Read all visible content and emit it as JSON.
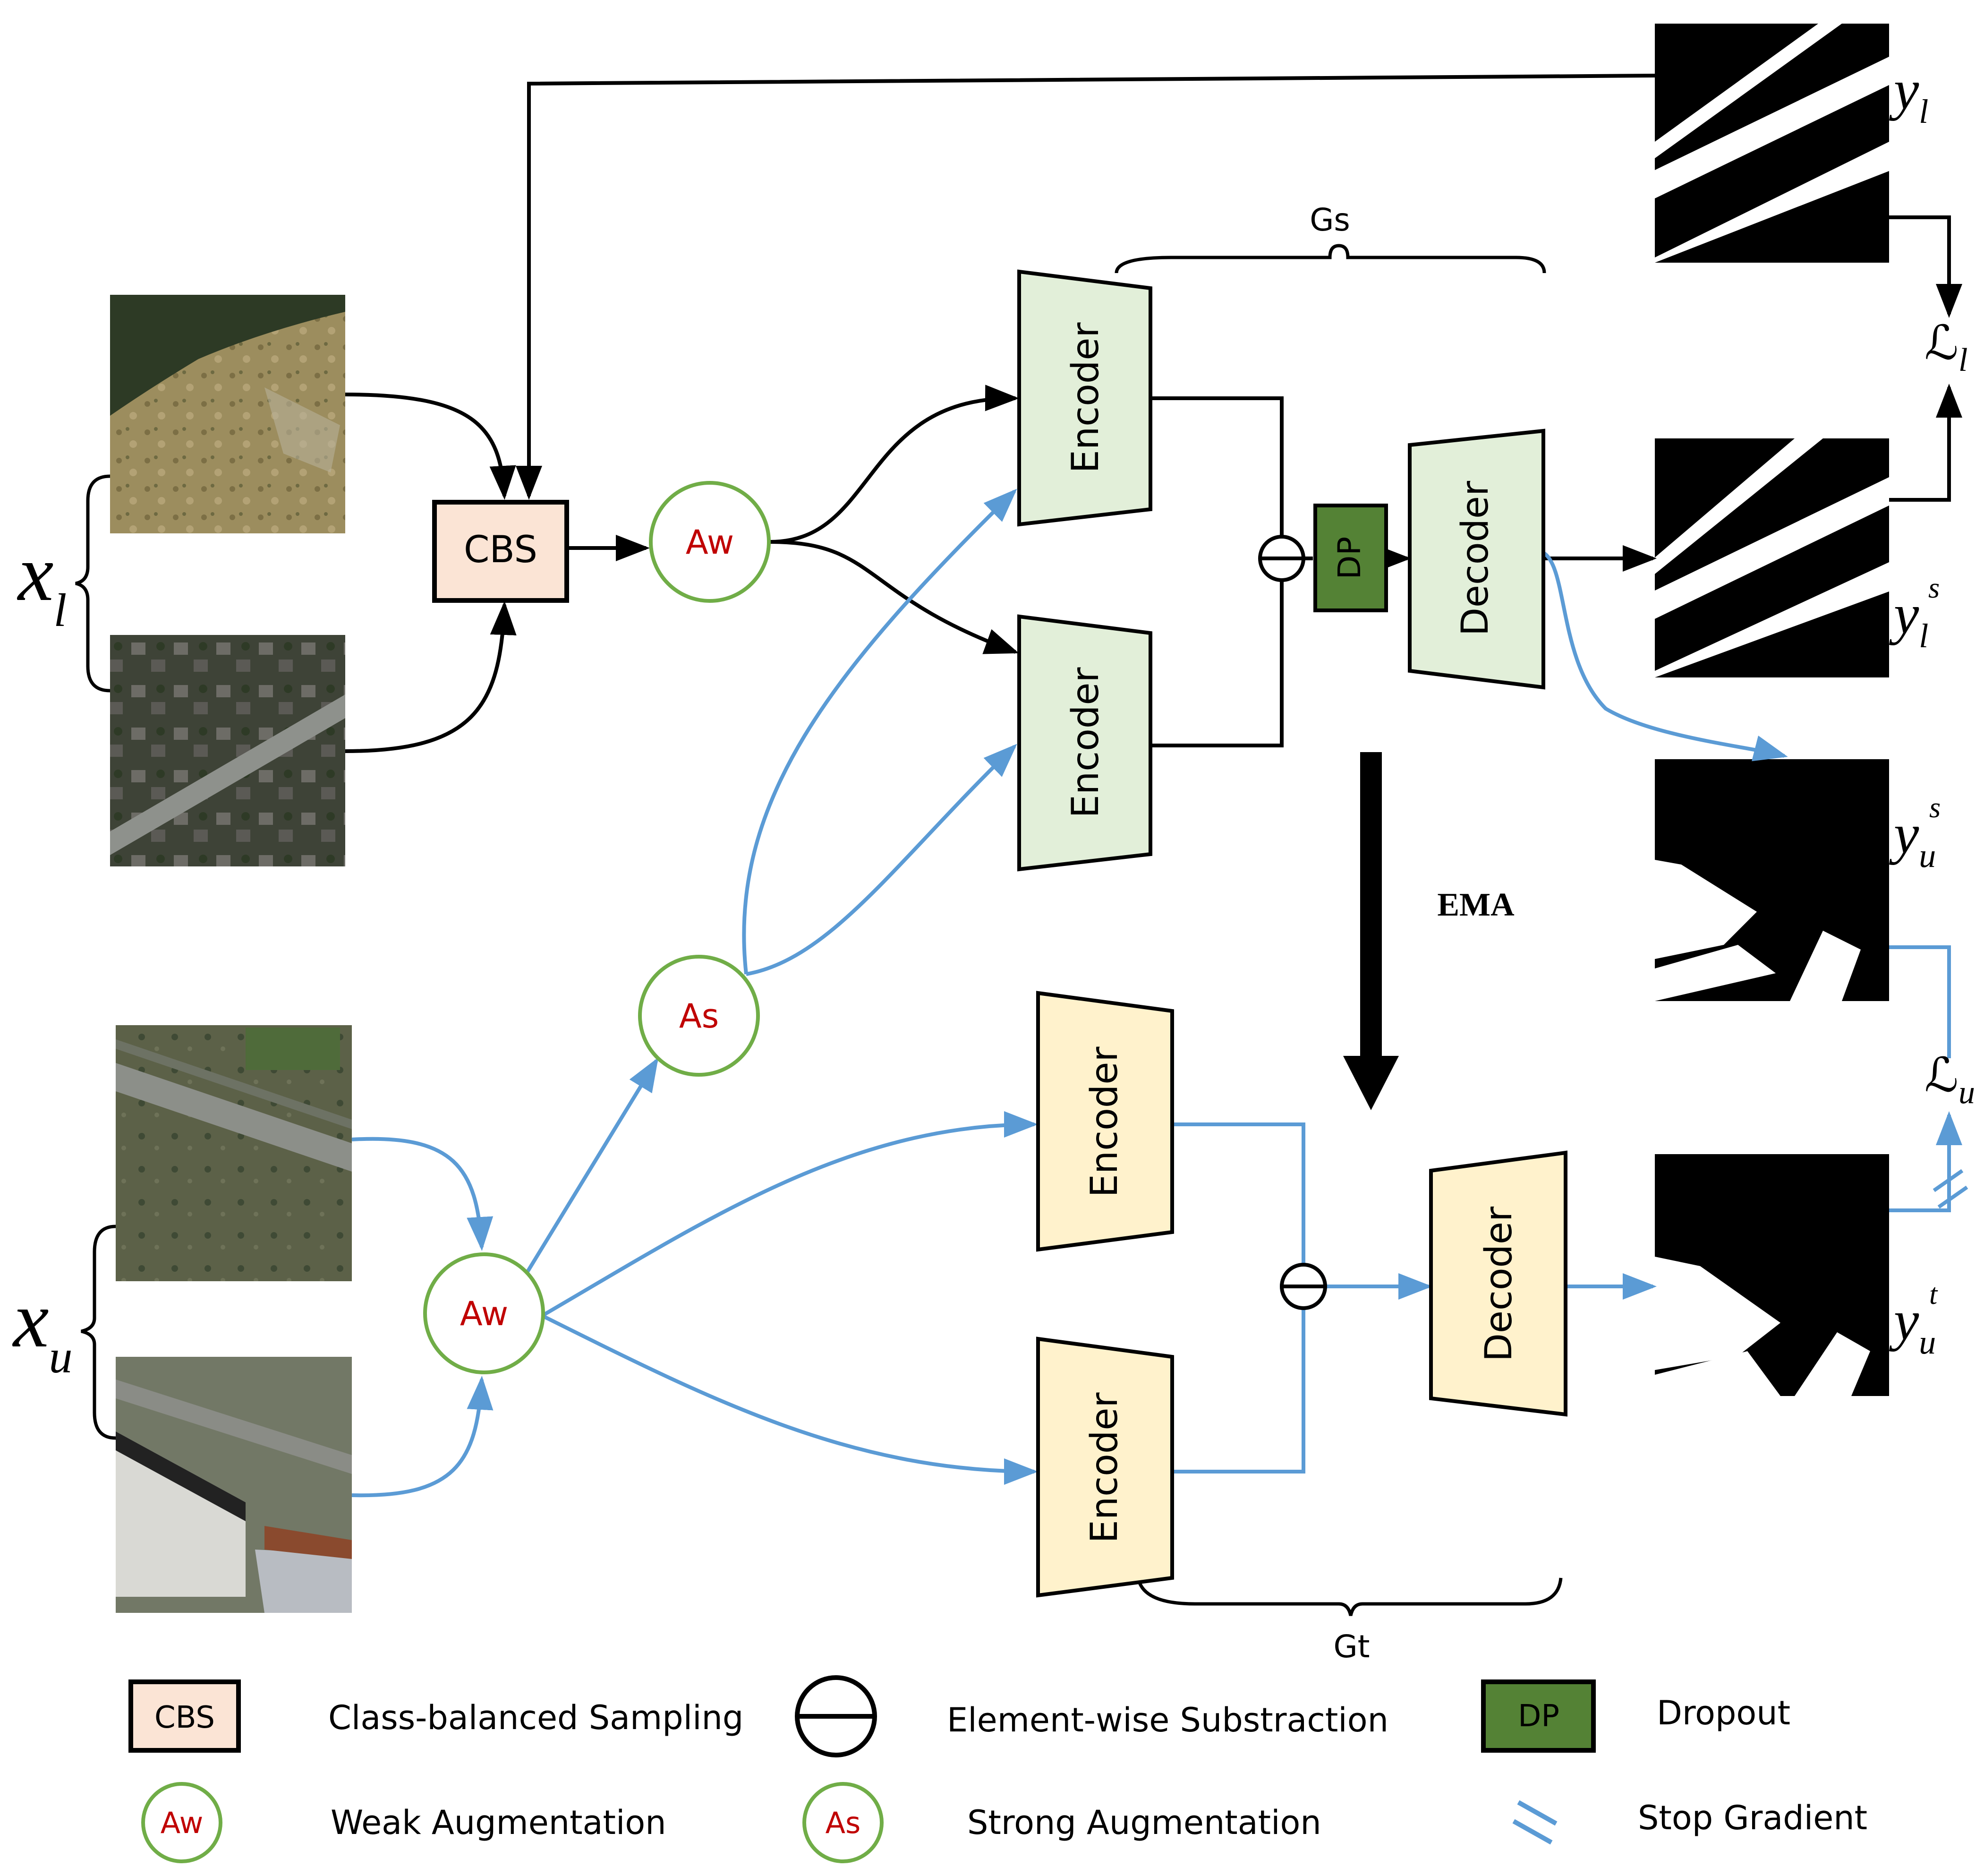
{
  "inputs": {
    "labeled_symbol": "x",
    "labeled_subscript": "l",
    "unlabeled_symbol": "x",
    "unlabeled_subscript": "u"
  },
  "blocks": {
    "cbs": "CBS",
    "aw_top": "Aw",
    "as": "As",
    "aw_bottom": "Aw",
    "encoder": "Encoder",
    "decoder": "Decoder",
    "dp": "DP",
    "gs": "Gs",
    "gt": "Gt",
    "ema": "EMA"
  },
  "outputs": {
    "y": "y",
    "yl_sub": "l",
    "yls_sub": "l",
    "yls_sup": "s",
    "yus_sub": "u",
    "yus_sup": "s",
    "yut_sub": "u",
    "yut_sup": "t",
    "loss_symbol": "ℒ",
    "loss_l_sub": "l",
    "loss_u_sub": "u"
  },
  "legend": {
    "cbs_key": "CBS",
    "cbs_label": "Class-balanced Sampling",
    "sub_label": "Element-wise Substraction",
    "dp_key": "DP",
    "dp_label": "Dropout",
    "aw_key": "Aw",
    "aw_label": "Weak Augmentation",
    "as_key": "As",
    "as_label": "Strong Augmentation",
    "sg_label": "Stop Gradient"
  },
  "colors": {
    "student_fill": "#e2efd9",
    "teacher_fill": "#fff2cc",
    "cbs_fill": "#fbe4d5",
    "dp_fill": "#548235",
    "aug_stroke": "#70ad47",
    "aug_text": "#c00000",
    "blue_arrow": "#5b9bd5",
    "black": "#000000"
  }
}
